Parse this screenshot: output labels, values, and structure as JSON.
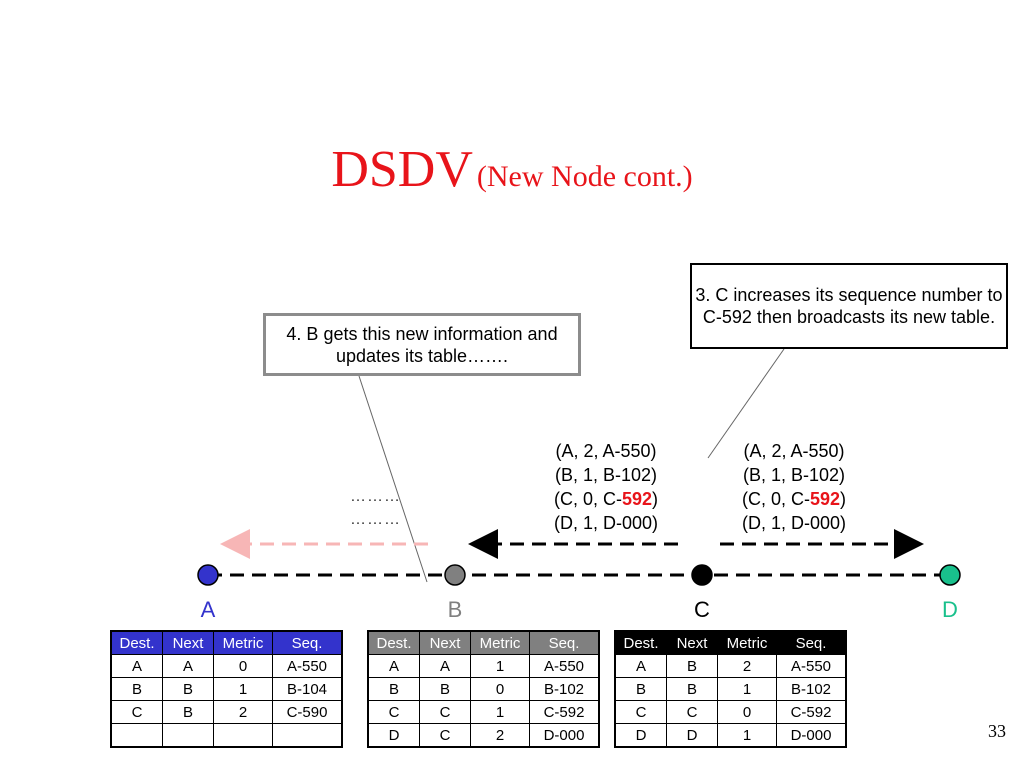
{
  "title": {
    "main": "DSDV",
    "sub": "(New Node cont.)"
  },
  "callouts": {
    "c": "3. C increases its sequence number to C-592 then broadcasts its new table.",
    "b": "4. B gets this new information and updates its table……."
  },
  "broadcast_message": {
    "lines": [
      "(A, 2, A-550)",
      "(B, 1, B-102)"
    ],
    "c_line_prefix": "(C, 0, C-",
    "c_line_highlight": "592",
    "c_line_suffix": ")",
    "d_line": "(D, 1, D-000)"
  },
  "dots": "………",
  "nodes": [
    {
      "label": "A",
      "color": "#3333cc"
    },
    {
      "label": "B",
      "color": "#808080"
    },
    {
      "label": "C",
      "color": "#000000"
    },
    {
      "label": "D",
      "color": "#19c08c"
    }
  ],
  "table_headers": [
    "Dest.",
    "Next",
    "Metric",
    "Seq."
  ],
  "tables": {
    "a": [
      [
        "A",
        "A",
        "0",
        "A-550"
      ],
      [
        "B",
        "B",
        "1",
        "B-104"
      ],
      [
        "C",
        "B",
        "2",
        "C-590"
      ],
      [
        "",
        "",
        "",
        ""
      ]
    ],
    "b": [
      [
        "A",
        "A",
        "1",
        "A-550"
      ],
      [
        "B",
        "B",
        "0",
        "B-102"
      ],
      [
        "C",
        "C",
        "1",
        "C-592"
      ],
      [
        "D",
        "C",
        "2",
        "D-000"
      ]
    ],
    "c": [
      [
        "A",
        "B",
        "2",
        "A-550"
      ],
      [
        "B",
        "B",
        "1",
        "B-102"
      ],
      [
        "C",
        "C",
        "0",
        "C-592"
      ],
      [
        "D",
        "D",
        "1",
        "D-000"
      ]
    ]
  },
  "colors": {
    "title": "#e8141a",
    "highlight": "#e8141a",
    "faded_arrow": "#f7b6b6"
  },
  "page_number": "33"
}
